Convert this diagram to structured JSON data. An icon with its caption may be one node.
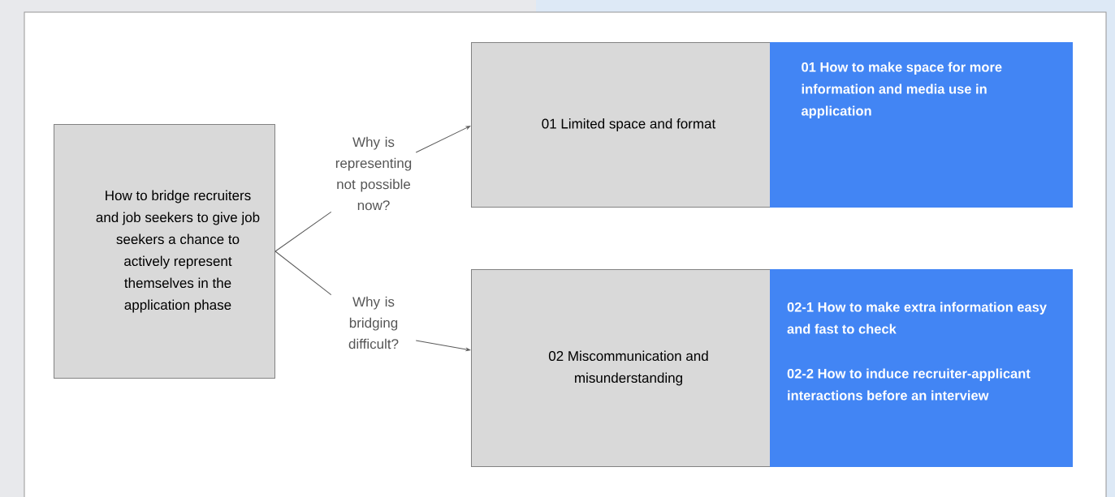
{
  "diagram": {
    "nodes": [
      {
        "text": [
          "How to bridge recruiters and job seekers to give job seekers a chance to actively represent themselves in the application phase"
        ]
      },
      {
        "text": [
          "01 Limited space and format"
        ]
      },
      {
        "text": [
          "01 How to make space for more information and media use in application"
        ]
      },
      {
        "text": [
          "02 Miscommunication and misunderstanding"
        ]
      },
      {
        "text": [
          "02-1 How to make extra information easy and fast to check",
          "02-2 How to induce recruiter-applicant interactions before an interview"
        ]
      },
      {
        "text": [
          "Why is representing not possible now?"
        ]
      },
      {
        "text": [
          "Why is bridging difficult?"
        ]
      }
    ],
    "edges": [
      {
        "from": 0,
        "to": 5,
        "arrow": "none"
      },
      {
        "from": 5,
        "to": 1,
        "arrow": "to"
      },
      {
        "from": 0,
        "to": 6,
        "arrow": "none"
      },
      {
        "from": 6,
        "to": 3,
        "arrow": "to"
      }
    ]
  }
}
